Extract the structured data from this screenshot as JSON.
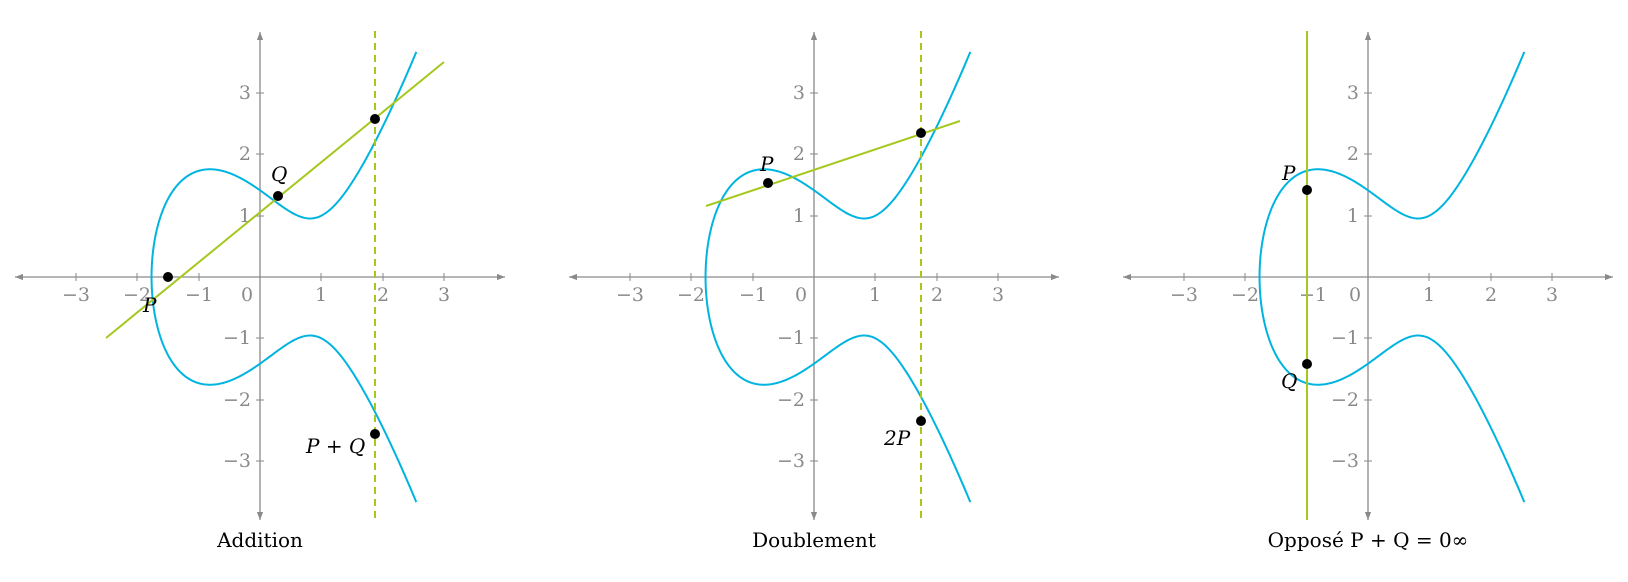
{
  "colors": {
    "curve": "#00b4e0",
    "line": "#a5c81f",
    "axis": "#8a8a8a",
    "point": "#000000"
  },
  "curve": {
    "equation": "y^2 = x^3 - 2x + 2"
  },
  "axis_ticks": {
    "x": [
      "−3",
      "−2",
      "−1",
      "0",
      "1",
      "2",
      "3"
    ],
    "y": [
      "3",
      "2",
      "1",
      "−1",
      "−2",
      "−3"
    ]
  },
  "panels": [
    {
      "caption": "Addition",
      "points": [
        {
          "label": "P",
          "x": -1.8,
          "y": -0.2
        },
        {
          "label": "Q",
          "x": 0.3,
          "y": 1.33
        },
        {
          "label": "",
          "x": 1.87,
          "y": 2.57
        },
        {
          "label": "P + Q",
          "x": 1.87,
          "y": -2.57
        }
      ]
    },
    {
      "caption": "Doublement",
      "points": [
        {
          "label": "P",
          "x": -0.75,
          "y": 1.53
        },
        {
          "label": "",
          "x": 1.74,
          "y": 2.34
        },
        {
          "label": "2P",
          "x": 1.74,
          "y": -2.34
        }
      ]
    },
    {
      "caption": "Opposé P + Q = 0∞",
      "points": [
        {
          "label": "P",
          "x": -1.0,
          "y": 1.41
        },
        {
          "label": "Q",
          "x": -1.0,
          "y": -1.41
        }
      ]
    }
  ]
}
